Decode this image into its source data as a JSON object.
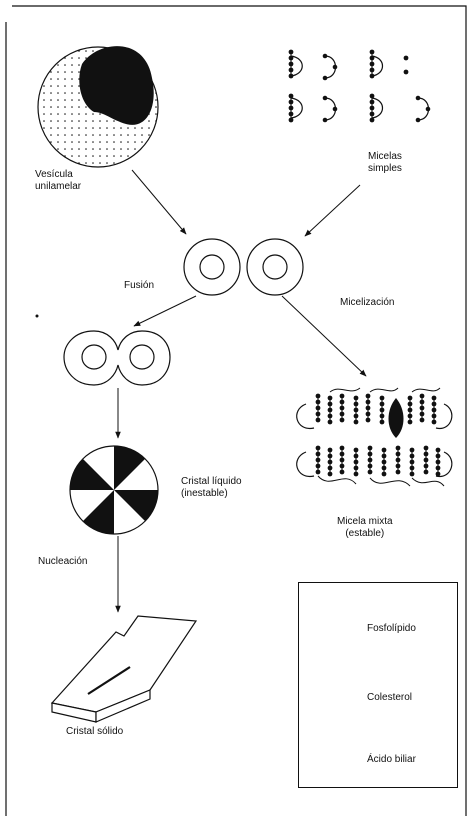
{
  "labels": {
    "vesicle": "Vesícula\nunilamelar",
    "micelles": "Micelas\nsimples",
    "fusion": "Fusión",
    "micellization": "Micelización",
    "liquid_crystal": "Cristal líquido\n(inestable)",
    "mixed_micelle": "Micela mixta\n(estable)",
    "nucleation": "Nucleación",
    "solid_crystal": "Cristal sólido"
  },
  "legend": {
    "items": [
      {
        "icon": "phospholipid-icon",
        "label": "Fosfolípido"
      },
      {
        "icon": "cholesterol-icon",
        "label": "Colesterol"
      },
      {
        "icon": "bile-acid-icon",
        "label": "Ácido biliar"
      }
    ]
  },
  "colors": {
    "ink": "#111111",
    "background": "#ffffff"
  }
}
